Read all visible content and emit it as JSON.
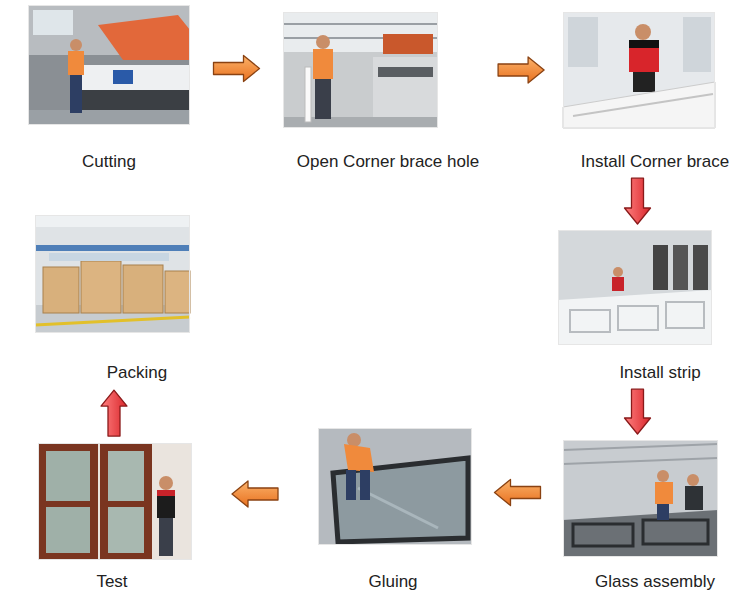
{
  "diagram": {
    "nodes": [
      {
        "text": [
          "Cutting"
        ]
      },
      {
        "text": [
          "Open Corner brace hole"
        ]
      },
      {
        "text": [
          "Install Corner brace"
        ]
      },
      {
        "text": [
          "Install strip"
        ]
      },
      {
        "text": [
          "Glass assembly"
        ]
      },
      {
        "text": [
          "Gluing"
        ]
      },
      {
        "text": [
          "Test"
        ]
      },
      {
        "text": [
          "Packing"
        ]
      }
    ],
    "edges": [
      {
        "from": 0,
        "to": 1,
        "arrow": "to"
      },
      {
        "from": 1,
        "to": 2,
        "arrow": "to"
      },
      {
        "from": 2,
        "to": 3,
        "arrow": "to"
      },
      {
        "from": 3,
        "to": 4,
        "arrow": "to"
      },
      {
        "from": 4,
        "to": 5,
        "arrow": "to"
      },
      {
        "from": 5,
        "to": 6,
        "arrow": "to"
      },
      {
        "from": 6,
        "to": 7,
        "arrow": "to"
      }
    ]
  }
}
